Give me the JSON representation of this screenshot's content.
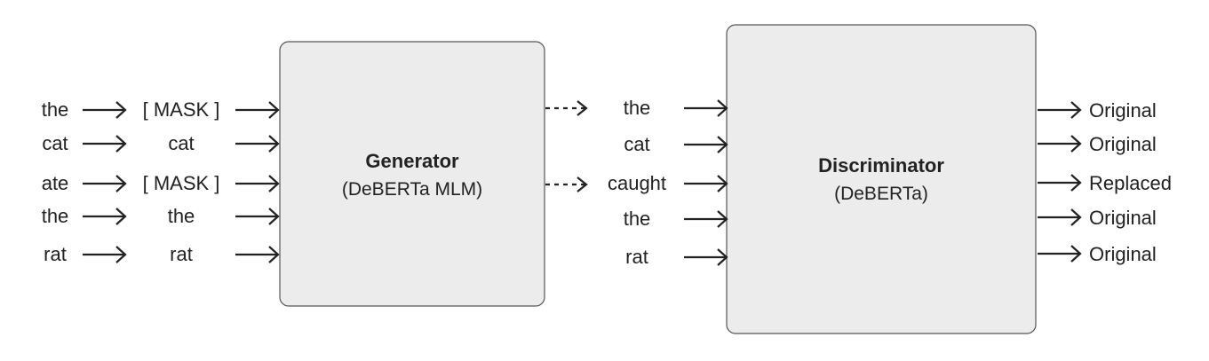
{
  "input_tokens": [
    "the",
    "cat",
    "ate",
    "the",
    "rat"
  ],
  "masked_tokens": [
    "[ MASK ]",
    "cat",
    "[ MASK ]",
    "the",
    "rat"
  ],
  "generator": {
    "title": "Generator",
    "subtitle": "(DeBERTa MLM)"
  },
  "generated_tokens": [
    "the",
    "cat",
    "caught",
    "the",
    "rat"
  ],
  "discriminator": {
    "title": "Discriminator",
    "subtitle": "(DeBERTa)"
  },
  "labels": [
    "Original",
    "Original",
    "Replaced",
    "Original",
    "Original"
  ],
  "colors": {
    "box_fill": "#ececec",
    "box_stroke": "#555555",
    "text": "#222222",
    "arrow": "#222222"
  }
}
